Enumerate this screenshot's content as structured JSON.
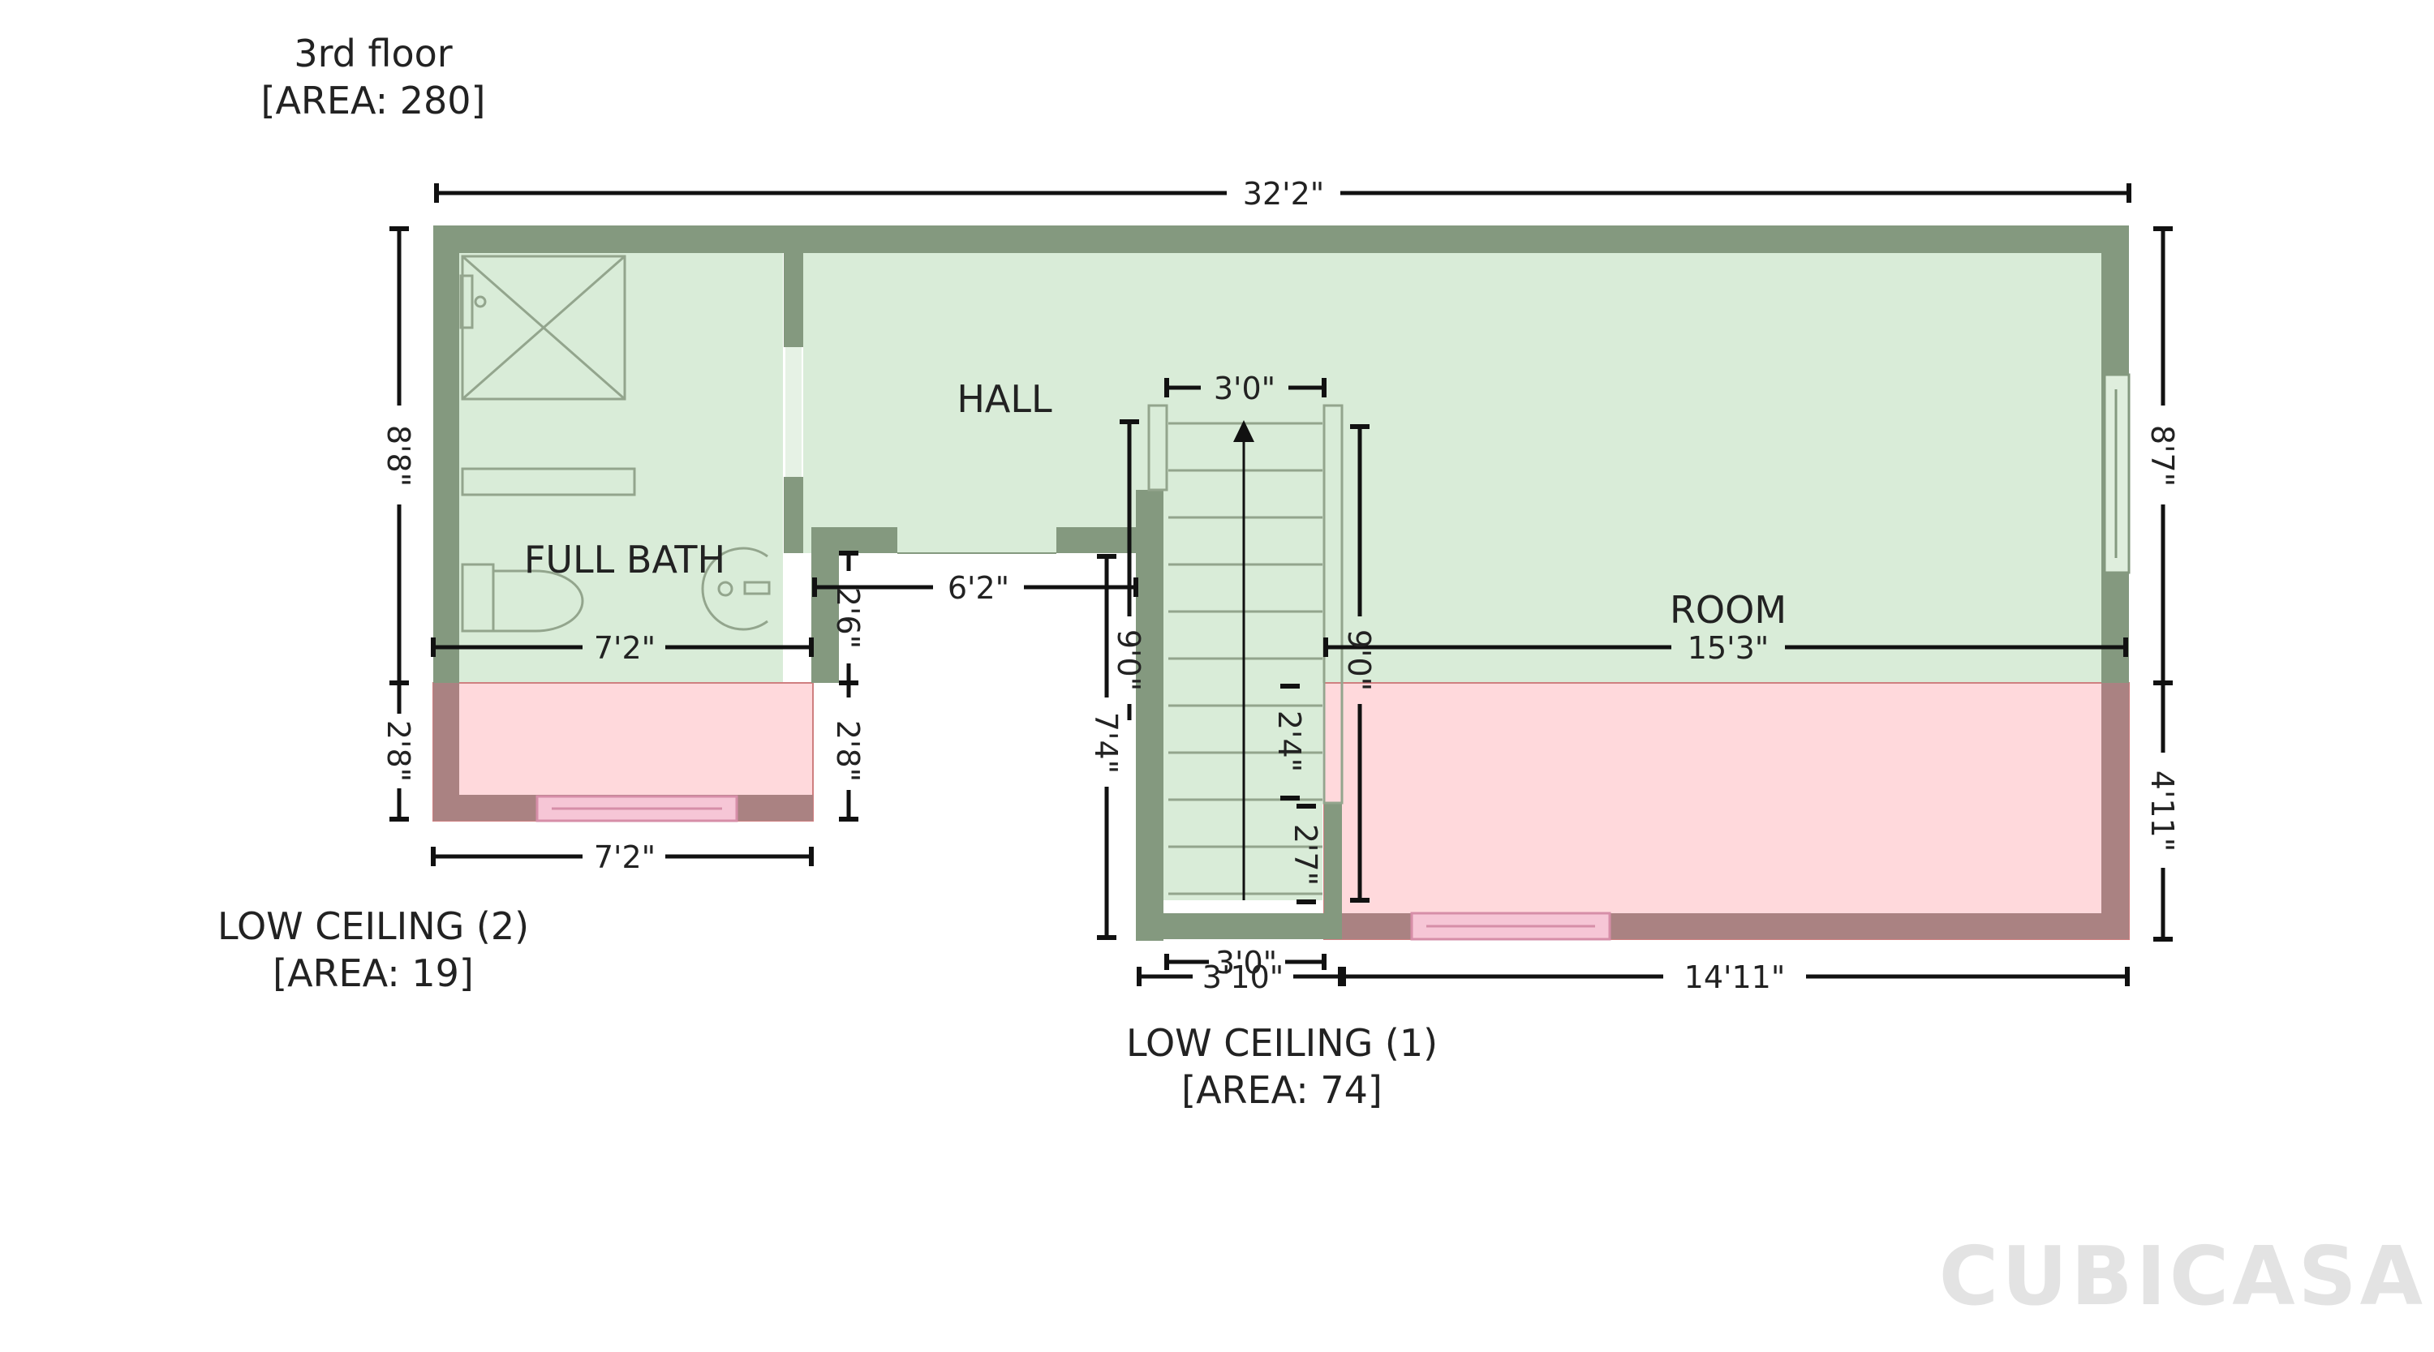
{
  "floor": {
    "title": "3rd floor",
    "area": "[AREA: 280]"
  },
  "rooms": {
    "hall": "HALL",
    "full_bath": "FULL BATH",
    "room": "ROOM"
  },
  "low_ceiling_1": {
    "title": "LOW CEILING (1)",
    "area": "[AREA: 74]"
  },
  "low_ceiling_2": {
    "title": "LOW CEILING (2)",
    "area": "[AREA: 19]"
  },
  "dimensions": {
    "overall_width": "32'2\"",
    "left_height": "8'8\"",
    "right_height": "8'7\"",
    "right_low_height": "4'11\"",
    "left_low_height": "2'8\"",
    "bath_low_height_right": "2'8\"",
    "bath_width": "7'2\"",
    "bath_low_width": "7'2\"",
    "hall_width": "6'2\"",
    "hall_notch": "2'6\"",
    "stair_width_top": "3'0\"",
    "stair_left_upper": "9'0\"",
    "stair_left_lower": "7'4\"",
    "stair_right": "9'0\"",
    "stair_mid_upper": "2'4\"",
    "stair_mid_lower": "2'7\"",
    "stair_width_bottom": "3'0\"",
    "stair_low_width": "3'10\"",
    "room_width": "15'3\"",
    "room_low_width": "14'11\""
  },
  "brand": {
    "logo_text": "CUBICASA"
  },
  "colors": {
    "wall": "#84997f",
    "floor": "#d9ecd8",
    "low_ceiling": "#ffd9dc",
    "low_ceiling_wall": "#aa8282"
  }
}
